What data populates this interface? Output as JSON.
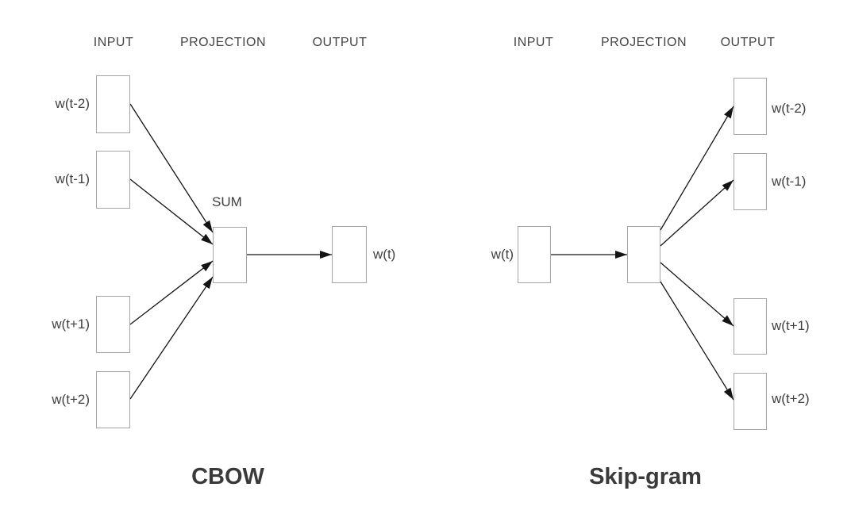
{
  "figure": {
    "left": {
      "title": "CBOW",
      "headers": {
        "input": "INPUT",
        "projection": "PROJECTION",
        "output": "OUTPUT"
      },
      "sum_label": "SUM",
      "input_labels": [
        "w(t-2)",
        "w(t-1)",
        "w(t+1)",
        "w(t+2)"
      ],
      "output_label": "w(t)"
    },
    "right": {
      "title": "Skip-gram",
      "headers": {
        "input": "INPUT",
        "projection": "PROJECTION",
        "output": "OUTPUT"
      },
      "input_label": "w(t)",
      "output_labels": [
        "w(t-2)",
        "w(t-1)",
        "w(t+1)",
        "w(t+2)"
      ]
    }
  },
  "colors": {
    "background": "#ffffff",
    "box_border": "#a5a5a5",
    "arrow": "#141414",
    "label_text": "#3f3f3f",
    "title_text": "#3a3a3a"
  }
}
